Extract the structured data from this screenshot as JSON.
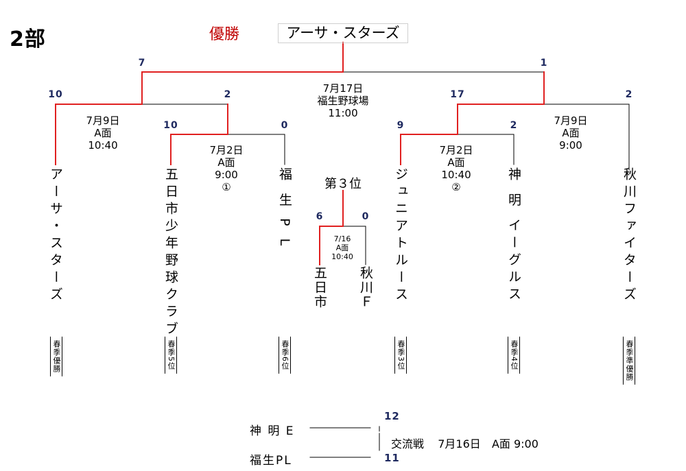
{
  "division": "2部",
  "champion": {
    "label": "優勝",
    "name": "アーサ・スターズ"
  },
  "final": {
    "date": "7月17日",
    "venue": "福生野球場",
    "time": "11:00",
    "score_left": "7",
    "score_right": "1"
  },
  "semifinals": {
    "left": {
      "date": "7月9日",
      "field": "A面",
      "time": "10:40",
      "score_top": "10",
      "score_bottom": "2"
    },
    "right": {
      "date": "7月9日",
      "field": "A面",
      "time": "9:00",
      "score_top": "17",
      "score_bottom": "2"
    }
  },
  "first_round": {
    "left": {
      "date": "7月2日",
      "field": "A面",
      "time": "9:00",
      "mark": "①",
      "score_left": "10",
      "score_right": "0"
    },
    "right": {
      "date": "7月2日",
      "field": "A面",
      "time": "10:40",
      "mark": "②",
      "score_left": "9",
      "score_right": "2"
    }
  },
  "teams": [
    {
      "name": "アーサ・スターズ",
      "note": "春季優勝"
    },
    {
      "name": "五日市少年野球クラブ",
      "note": "春季5位"
    },
    {
      "name": "福 生 P L",
      "note": "春季6位"
    },
    {
      "name": "ジュニアトルース",
      "note": "春季3位"
    },
    {
      "name": "神 明 イーグルス",
      "note": "春季4位"
    },
    {
      "name": "秋川ファイターズ",
      "note": "春季準優勝"
    }
  ],
  "third_place": {
    "title": "第３位",
    "date": "7/16",
    "field": "A面",
    "time": "10:40",
    "score_left": "6",
    "score_right": "0",
    "team_left": "五日市",
    "team_right": "秋川Ｆ"
  },
  "exchange": {
    "team_top": "神 明 E",
    "team_bottom": "福生PL",
    "score_top": "12",
    "score_bottom": "11",
    "label": "交流戦",
    "date": "7月16日",
    "field": "A面",
    "time": "9:00"
  },
  "colors": {
    "winner_line": "#e02020",
    "loser_line": "#000000",
    "champion_label": "#c00000",
    "score": "#1f2a60"
  }
}
